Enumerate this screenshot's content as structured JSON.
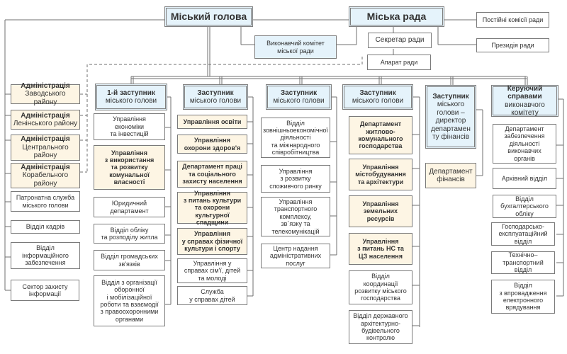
{
  "top": {
    "mayor": "Міський голова",
    "council": "Міська рада",
    "exec_committee": "Виконавчий комітет\nміської ради",
    "council_secretary": "Секретар ради",
    "council_apparatus": "Апарат ради",
    "standing_commissions": "Постійні комісії ради",
    "presidium": "Президія ради"
  },
  "left_column": [
    {
      "title": "Адміністрація",
      "sub": "Заводського району",
      "style": "yellow"
    },
    {
      "title": "Адміністрація",
      "sub": "Ленінського району",
      "style": "yellow"
    },
    {
      "title": "Адміністрація",
      "sub": "Центрального\nрайону",
      "style": "yellow"
    },
    {
      "title": "Адміністрація",
      "sub": "Корабельного\nрайону",
      "style": "yellow"
    },
    {
      "title": "",
      "sub": "Патронатна служба\nміського голови",
      "style": "white"
    },
    {
      "title": "",
      "sub": "Відділ кадрів",
      "style": "white"
    },
    {
      "title": "",
      "sub": "Відділ\nінформаційного\nзабезпечення",
      "style": "white"
    },
    {
      "title": "",
      "sub": "Сектор захисту\nінформації",
      "style": "white"
    }
  ],
  "deputies": [
    {
      "title": "1-й заступник",
      "sub": "міського голови",
      "units": [
        {
          "label": "Управління\nекономіки\nта інвестицій",
          "style": "white"
        },
        {
          "label": "Управління\nз використання\nта розвитку\nкомунальної\nвласності",
          "style": "yellow"
        },
        {
          "label": "Юридичний\nдепартамент",
          "style": "white"
        },
        {
          "label": "Відділ обліку\nта розподілу житла",
          "style": "white"
        },
        {
          "label": "Відділ громадських\nзв'язків",
          "style": "white"
        },
        {
          "label": "Відділ з організації\nоборонної\nі мобілізаційної\nроботи та взаємодії\nз правоохоронними\nорганами",
          "style": "white"
        }
      ]
    },
    {
      "title": "Заступник",
      "sub": "міського голови",
      "units": [
        {
          "label": "Управління освіти",
          "style": "yellow"
        },
        {
          "label": "Управління\nохорони здоров'я",
          "style": "yellow"
        },
        {
          "label": "Департамент праці\nта соціального\nзахисту населення",
          "style": "yellow"
        },
        {
          "label": "Управління\nз питань культури\nта охорони\nкультурної спадщини",
          "style": "yellow"
        },
        {
          "label": "Управління\nу справах фізичної\nкультури і спорту",
          "style": "yellow"
        },
        {
          "label": "Управління у\nсправах сім'ї, дітей\nта молоді",
          "style": "white"
        },
        {
          "label": "Служба\nу справах дітей",
          "style": "white"
        }
      ]
    },
    {
      "title": "Заступник",
      "sub": "міського голови",
      "units": [
        {
          "label": "Відділ\nзовнішньоекономічної\nдіяльності\nта міжнародного\nспівробітництва",
          "style": "white"
        },
        {
          "label": "Управління\nз розвитку\nспоживчого ринку",
          "style": "white"
        },
        {
          "label": "Управління\nтранспортного\nкомплексу,\nзв`язку та\nтелекомунікацій",
          "style": "white"
        },
        {
          "label": "Центр надання\nадміністративних\nпослуг",
          "style": "white"
        }
      ]
    },
    {
      "title": "Заступник",
      "sub": "міського голови",
      "units": [
        {
          "label": "Департамент\nжитлово-\nкомунального\nгосподарства",
          "style": "yellow"
        },
        {
          "label": "Управління\nмістобудування\nта архітектури",
          "style": "yellow"
        },
        {
          "label": "Управління\nземельних\nресурсів",
          "style": "yellow"
        },
        {
          "label": "Управління\nз питань НС та\nЦЗ населення",
          "style": "yellow"
        },
        {
          "label": "Відділ\nкоординації\nрозвитку міського\nгосподарства",
          "style": "white"
        },
        {
          "label": "Відділ державного\nархітектурно-\nбудівельного\nконтролю",
          "style": "white"
        }
      ]
    },
    {
      "title": "Заступник",
      "sub": "міського\nголови –\nдиректор\nдепартамен\nту фінансів",
      "units": [
        {
          "label": "Департамент\nфінансів",
          "style": "yellow"
        }
      ]
    },
    {
      "title": "Керуючий\nсправами",
      "sub": "виконавчого\nкомітету",
      "units": [
        {
          "label": "Департамент\nзабезпечення\nдіяльності\nвиконавчих\nорганів",
          "style": "white"
        },
        {
          "label": "Архівний відділ",
          "style": "white"
        },
        {
          "label": "Відділ\nбухгалтерського\nобліку",
          "style": "white"
        },
        {
          "label": "Господарсько-\nексплуатаційний\nвідділ",
          "style": "white"
        },
        {
          "label": "Технічно–\nтранспортний\nвідділ",
          "style": "white"
        },
        {
          "label": "Відділ\nз впровадження\nелектронного\nврядування",
          "style": "white"
        }
      ]
    }
  ]
}
